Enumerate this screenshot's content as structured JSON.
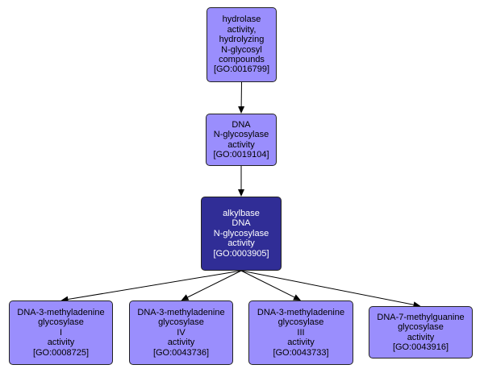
{
  "diagram": {
    "type": "GO term hierarchy",
    "colors": {
      "node_fill": "#9a8efd",
      "focus_fill": "#302d96",
      "edge": "#000000"
    },
    "nodes": [
      {
        "id": "n0016799",
        "lines": [
          "hydrolase",
          "activity,",
          "hydrolyzing",
          "N-glycosyl",
          "compounds",
          "[GO:0016799]"
        ],
        "focus": false
      },
      {
        "id": "n0019104",
        "lines": [
          "DNA",
          "N-glycosylase",
          "activity",
          "[GO:0019104]"
        ],
        "focus": false
      },
      {
        "id": "n0003905",
        "lines": [
          "alkylbase",
          "DNA",
          "N-glycosylase",
          "activity",
          "[GO:0003905]"
        ],
        "focus": true
      },
      {
        "id": "n0008725",
        "lines": [
          "DNA-3-methyladenine",
          "glycosylase",
          "I",
          "activity",
          "[GO:0008725]"
        ],
        "focus": false
      },
      {
        "id": "n0043736",
        "lines": [
          "DNA-3-methyladenine",
          "glycosylase",
          "IV",
          "activity",
          "[GO:0043736]"
        ],
        "focus": false
      },
      {
        "id": "n0043733",
        "lines": [
          "DNA-3-methyladenine",
          "glycosylase",
          "III",
          "activity",
          "[GO:0043733]"
        ],
        "focus": false
      },
      {
        "id": "n0043916",
        "lines": [
          "DNA-7-methylguanine",
          "glycosylase",
          "activity",
          "[GO:0043916]"
        ],
        "focus": false
      }
    ],
    "edges": [
      {
        "from": "n0016799",
        "to": "n0019104"
      },
      {
        "from": "n0019104",
        "to": "n0003905"
      },
      {
        "from": "n0003905",
        "to": "n0008725"
      },
      {
        "from": "n0003905",
        "to": "n0043736"
      },
      {
        "from": "n0003905",
        "to": "n0043733"
      },
      {
        "from": "n0003905",
        "to": "n0043916"
      }
    ]
  }
}
